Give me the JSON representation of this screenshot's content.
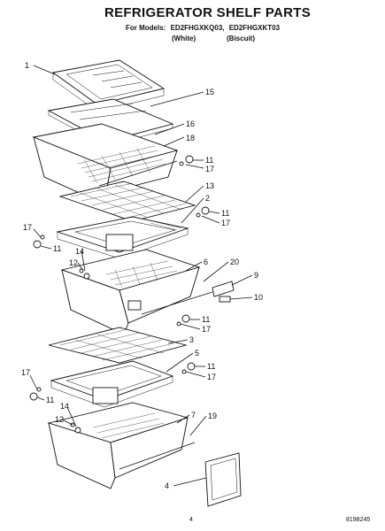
{
  "header": {
    "title": "REFRIGERATOR SHELF PARTS",
    "models_label": "For Models:",
    "model_1": "ED2FHGXKQ03,",
    "model_2": "ED2FHGXKT03",
    "variant_1": "(White)",
    "variant_2": "(Biscuit)"
  },
  "callouts": {
    "c1": "1",
    "c15": "15",
    "c16": "16",
    "c18": "18",
    "c11a": "11",
    "c17a": "17",
    "c13": "13",
    "c2": "2",
    "c11b": "11",
    "c17b": "17",
    "c17c": "17",
    "c11c": "11",
    "c14a": "14",
    "c12a": "12",
    "c6": "6",
    "c20": "20",
    "c9": "9",
    "c10": "10",
    "c11d": "11",
    "c17d": "17",
    "c3": "3",
    "c5": "5",
    "c11e": "11",
    "c17e": "17",
    "c17f": "17",
    "c11f": "11",
    "c14b": "14",
    "c12b": "12",
    "c7": "7",
    "c19": "19",
    "c4": "4"
  },
  "footer": {
    "page_number": "4",
    "doc_number": "8198245"
  }
}
